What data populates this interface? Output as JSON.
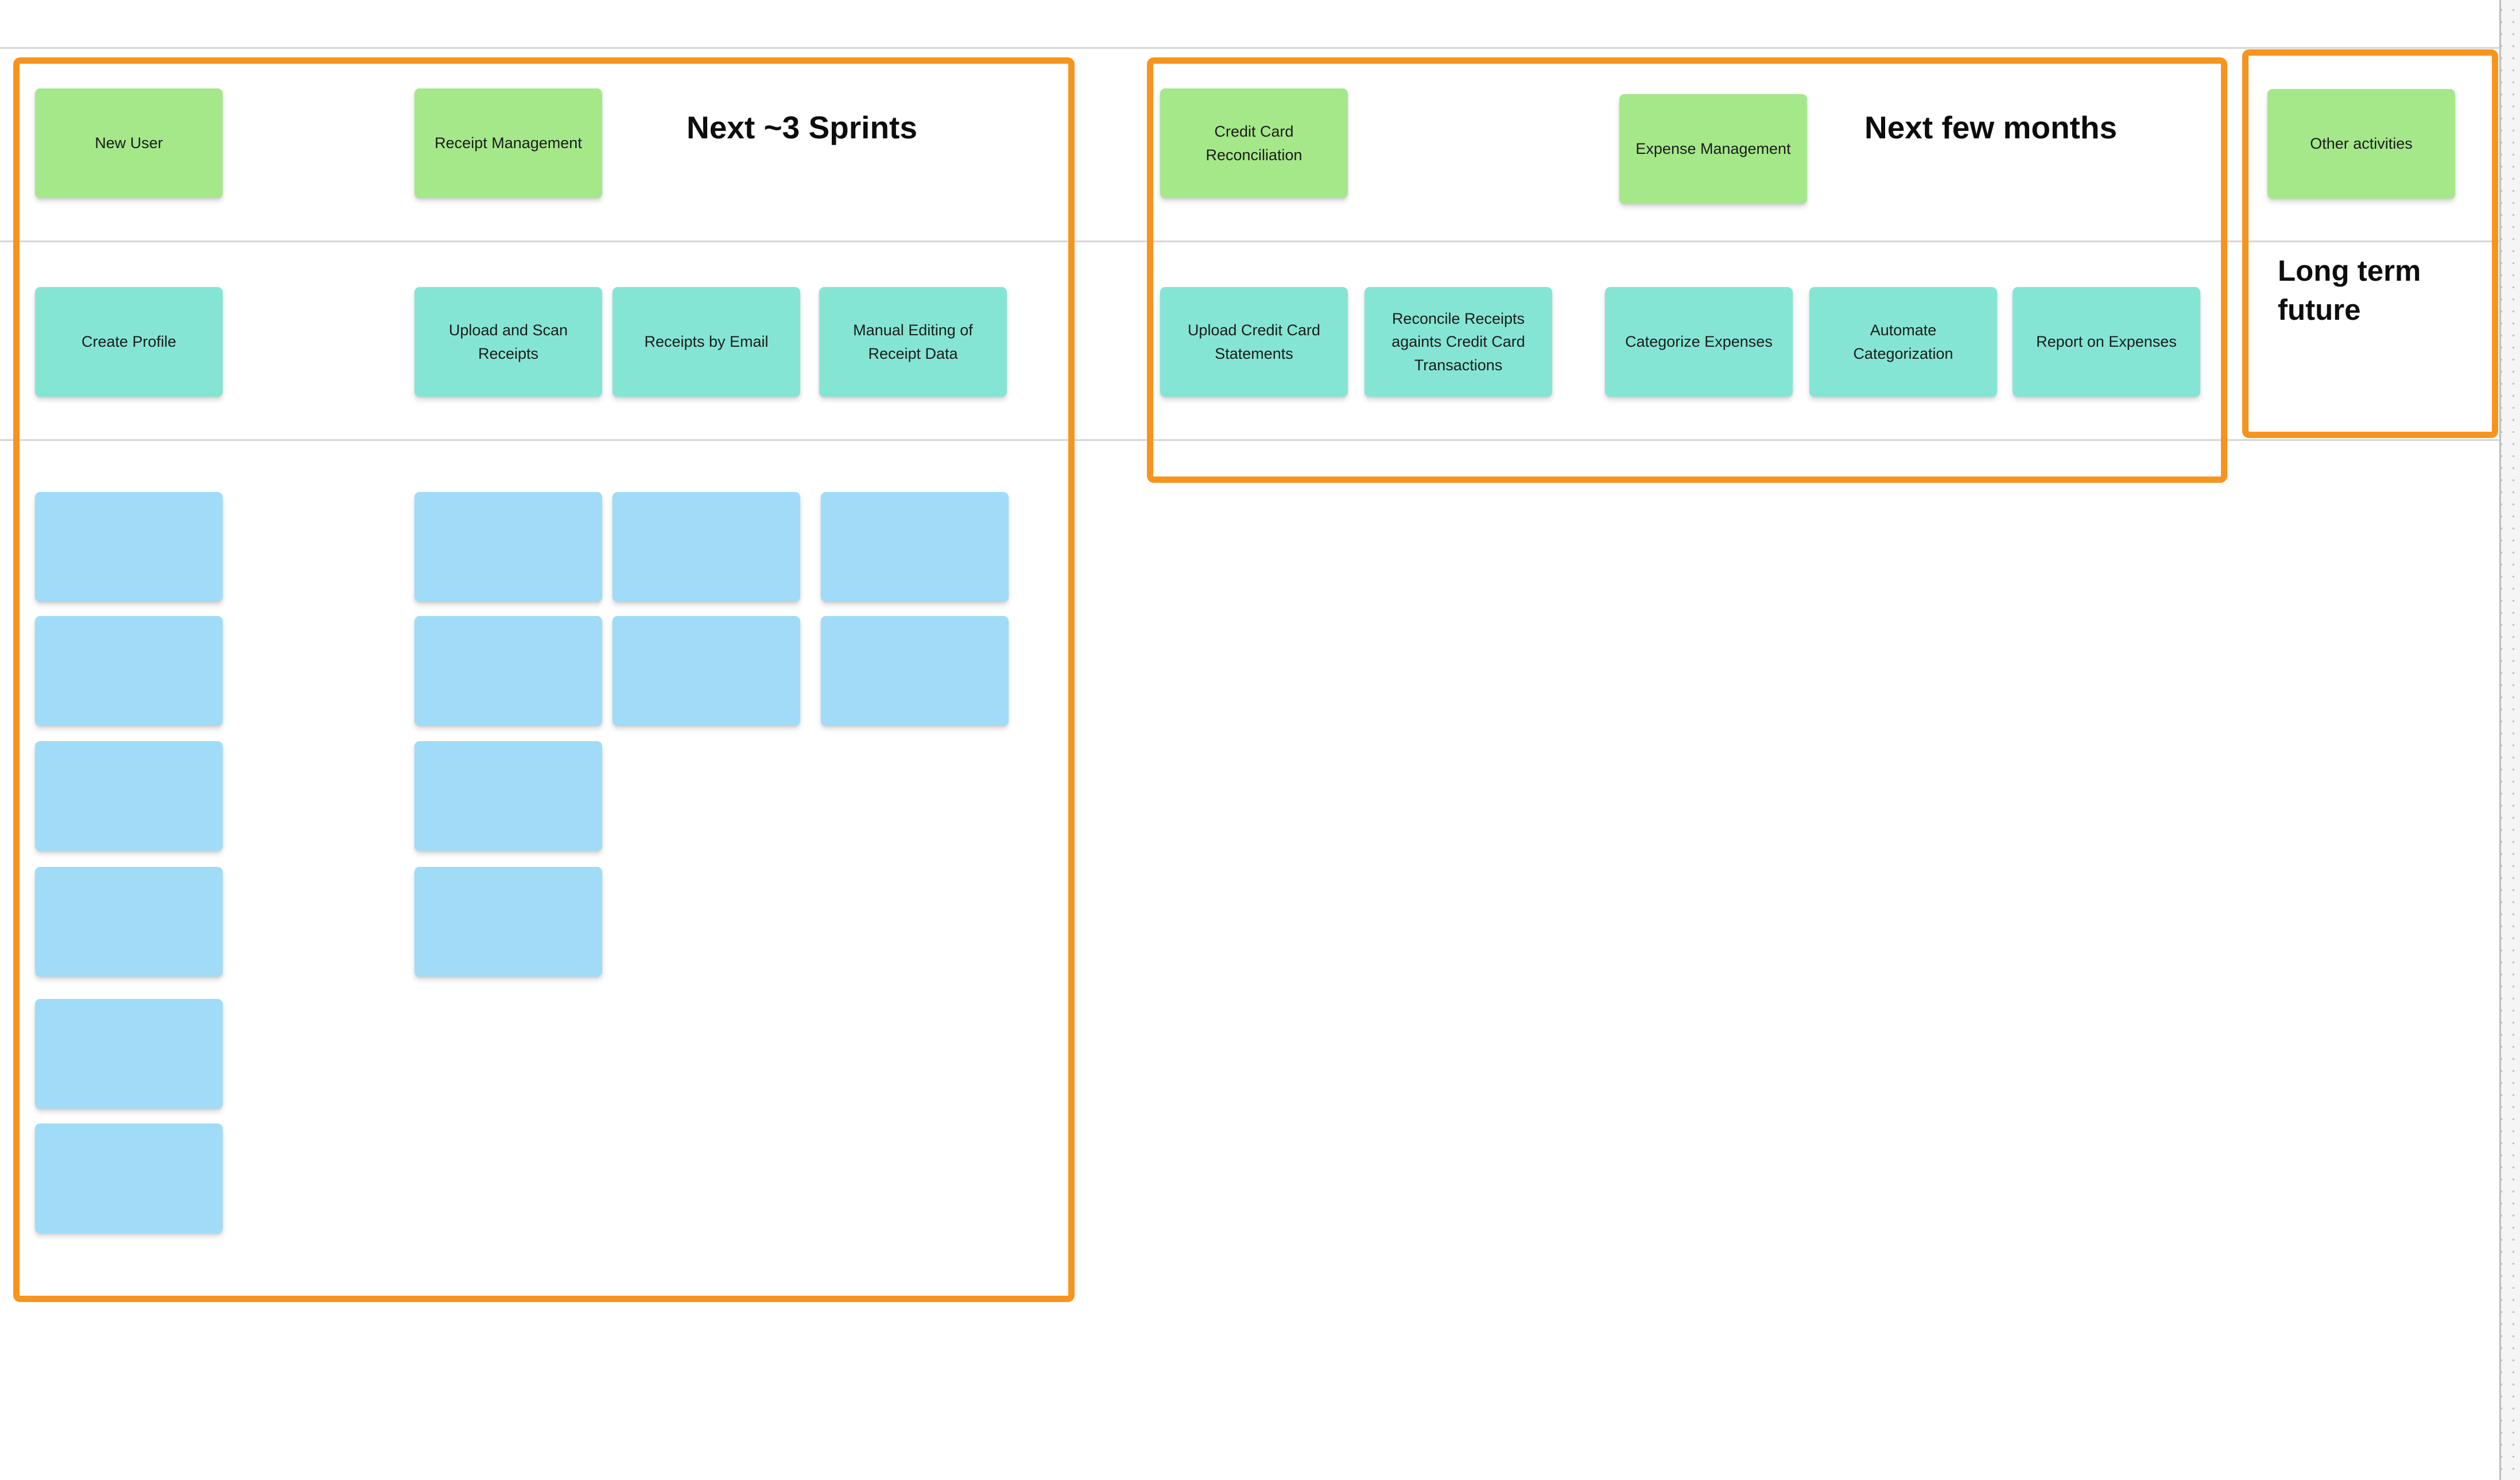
{
  "board": {
    "surface_color": "#ffffff",
    "canvas_edge_color": "#f5f5f5",
    "canvas_dot_color": "#c2c2c2",
    "divider_color": "#d6d6d6",
    "frame_border_color": "#f7941e",
    "note_colors": {
      "green": "#a5e88a",
      "teal": "#85e5d4",
      "blue": "#a0dcf8"
    }
  },
  "frames": [
    {
      "title": "Next ~3 Sprints"
    },
    {
      "title": "Next few months"
    },
    {
      "title": "Long term future"
    }
  ],
  "sticky_notes": {
    "green": [
      "New User",
      "Receipt Management",
      "Credit Card Reconciliation",
      "Expense Management",
      "Other activities"
    ],
    "teal": [
      "Create Profile",
      "Upload and Scan Receipts",
      "Receipts by Email",
      "Manual Editing of Receipt Data",
      "Upload Credit Card Statements",
      "Reconcile Receipts againts Credit Card Transactions",
      "Categorize Expenses",
      "Automate Categorization",
      "Report on Expenses"
    ],
    "blue_blank_count": 14
  }
}
